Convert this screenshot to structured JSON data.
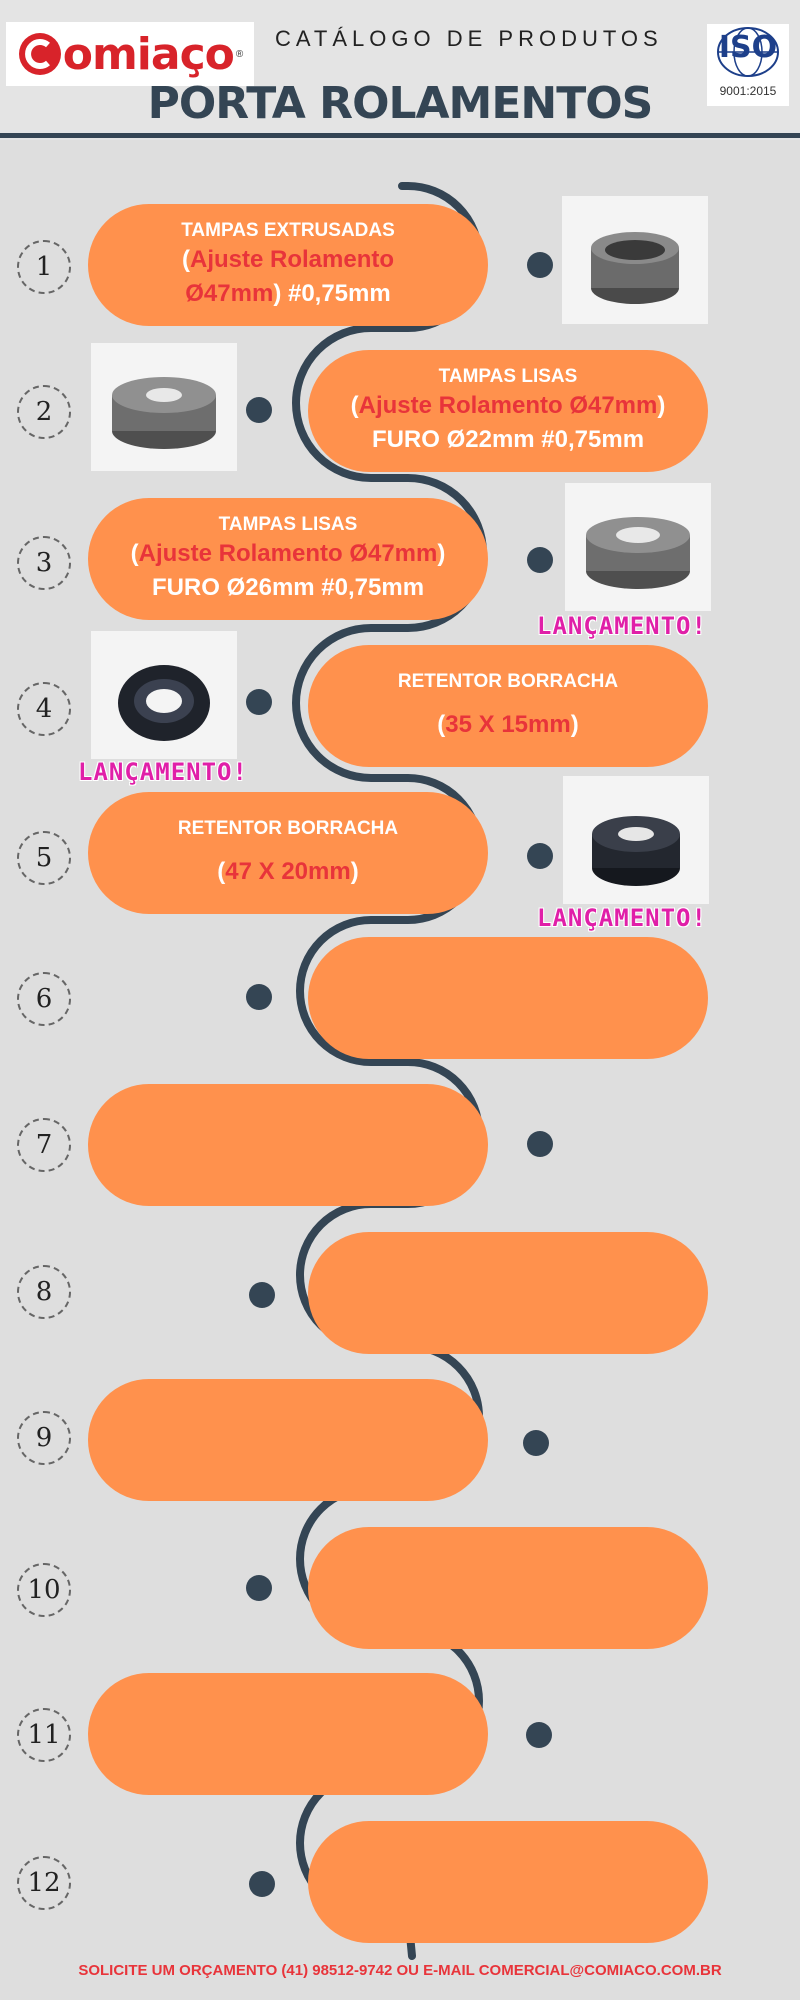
{
  "header": {
    "brand": "omiaço",
    "brand_reg": "®",
    "catalog_title": "CATÁLOGO DE PRODUTOS",
    "page_title": "PORTA ROLAMENTOS",
    "iso_mark": "ISO",
    "iso_standard": "9001:2015"
  },
  "items": [
    {
      "number": "1",
      "title": "TAMPAS EXTRUSADAS",
      "line1_open": "(",
      "line1_red": "Ajuste Rolamento",
      "line2_red": "Ø47mm",
      "line2_rest": ") #0,75mm",
      "photo": "extruded-cap"
    },
    {
      "number": "2",
      "title": "TAMPAS LISAS",
      "line1_open": "(",
      "line1_red": "Ajuste Rolamento Ø47mm",
      "line1_close": ")",
      "line2": "FURO Ø22mm #0,75mm",
      "photo": "flat-cap"
    },
    {
      "number": "3",
      "title": "TAMPAS LISAS",
      "line1_open": "(",
      "line1_red": "Ajuste Rolamento Ø47mm",
      "line1_close": ")",
      "line2": "FURO Ø26mm #0,75mm",
      "photo": "flat-cap",
      "badge": "LANÇAMENTO!"
    },
    {
      "number": "4",
      "title": "RETENTOR BORRACHA",
      "line_open": "(",
      "line_red": "35 X 15mm",
      "line_close": ")",
      "photo": "rubber-seal",
      "badge": "LANÇAMENTO!"
    },
    {
      "number": "5",
      "title": "RETENTOR BORRACHA",
      "line_open": "(",
      "line_red": "47 X 20mm",
      "line_close": ")",
      "photo": "rubber-seal",
      "badge": "LANÇAMENTO!"
    },
    {
      "number": "6"
    },
    {
      "number": "7"
    },
    {
      "number": "8"
    },
    {
      "number": "9"
    },
    {
      "number": "10"
    },
    {
      "number": "11"
    },
    {
      "number": "12"
    }
  ],
  "colors": {
    "pill": "#ff914d",
    "accent_red": "#e8343a",
    "path": "#344554",
    "badge": "#e01fa8"
  },
  "footer": "SOLICITE UM ORÇAMENTO (41) 98512-9742 OU E-MAIL COMERCIAL@COMIACO.COM.BR"
}
